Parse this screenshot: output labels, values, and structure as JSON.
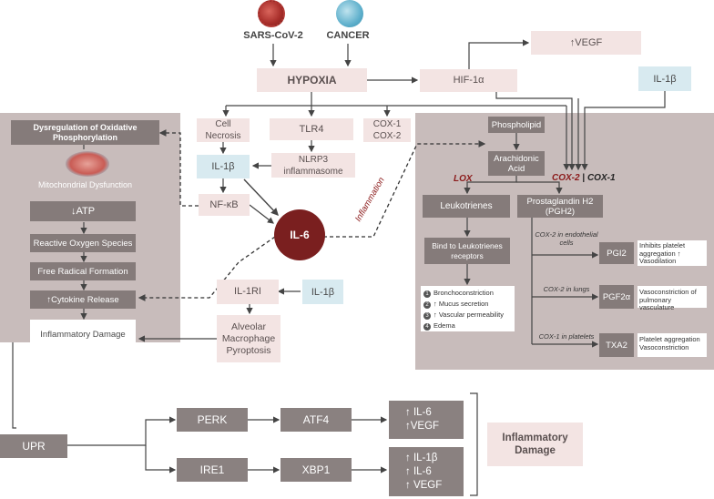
{
  "colors": {
    "panel": "#c8bcbb",
    "pink": "#f3e4e3",
    "blue": "#d8eaf0",
    "dark": "#857b7a",
    "il6": "#7a1f1f",
    "red_text": "#8b1a1a"
  },
  "icons": {
    "sars_icon": "virus-icon",
    "cancer_icon": "cancer-cell-icon",
    "mito_icon": "mitochondria-icon"
  },
  "top": {
    "sars": "SARS-CoV-2",
    "cancer": "CANCER",
    "hypoxia": "HYPOXIA",
    "hif": "HIF-1α",
    "vegf": "↑VEGF",
    "il1b_right": "IL-1β"
  },
  "middle": {
    "cell_necrosis": "Cell Necrosis",
    "tlr4": "TLR4",
    "cox12": "COX-1 COX-2",
    "il1b": "IL-1β",
    "nlrp3": "NLRP3 inflammasome",
    "nfkb": "NF-κB",
    "il6": "IL-6",
    "inflammation": "Inflammation",
    "il1ri": "IL-1RI",
    "il1b_lower": "IL-1β",
    "alveolar": "Alveolar Macrophage Pyroptosis"
  },
  "left_panel": {
    "dysregulation": "Dysregulation of Oxidative Phosphorylation",
    "mito": "Mitochondrial Dysfunction",
    "atp": "↓ATP",
    "ros": "Reactive Oxygen Species",
    "free_radical": "Free Radical Formation",
    "cytokine": "↑Cytokine Release",
    "inflammatory_damage": "Inflammatory Damage"
  },
  "right_panel": {
    "phospholipid": "Phospholipid",
    "arachidonic": "Arachidonic Acid",
    "lox": "LOX",
    "cox2": "COX-2",
    "sep": "|",
    "cox1": "COX-1",
    "leukotrienes": "Leukotrienes",
    "pgh2": "Prostaglandin H2 (PGH2)",
    "bind": "Bind to Leukotrienes receptors",
    "effects": [
      "Bronchoconstriction",
      "↑ Mucus secretion",
      "↑ Vascular permeability",
      "Edema"
    ],
    "effect_nums": [
      "1",
      "2",
      "3",
      "4"
    ],
    "cox2_endo": "COX-2 in endothelial cells",
    "pgi2": "PGI2",
    "pgi2_desc": "Inhibits platelet aggregation ↑ Vasodilation",
    "cox2_lungs": "COX-2 in lungs",
    "pgf2a": "PGF2α",
    "pgf2a_desc": "Vasoconstriction of pulmonary vasculature",
    "cox1_plate": "COX-1 in platelets",
    "txa2": "TXA2",
    "txa2_desc": "Platelet aggregation Vasoconstriction"
  },
  "bottom": {
    "upr": "UPR",
    "perk": "PERK",
    "atf4": "ATF4",
    "atf4_out": [
      "↑ IL-6",
      "↑VEGF"
    ],
    "ire1": "IRE1",
    "xbp1": "XBP1",
    "xbp1_out": [
      "↑ IL-1β",
      "↑ IL-6",
      "↑ VEGF"
    ],
    "damage": "Inflammatory Damage"
  }
}
